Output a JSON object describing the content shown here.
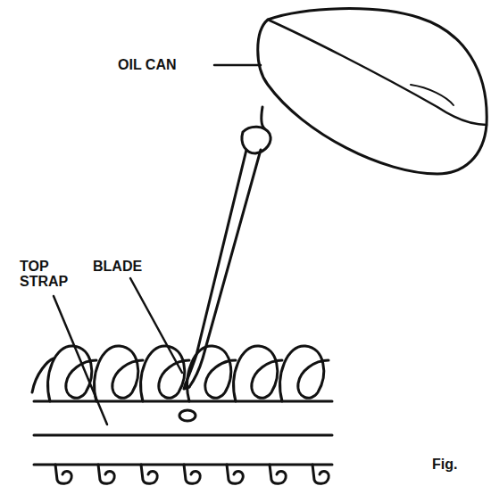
{
  "diagram": {
    "labels": [
      "OIL CAN",
      "TOP STRAP",
      "BLADE",
      "Fig."
    ]
  }
}
